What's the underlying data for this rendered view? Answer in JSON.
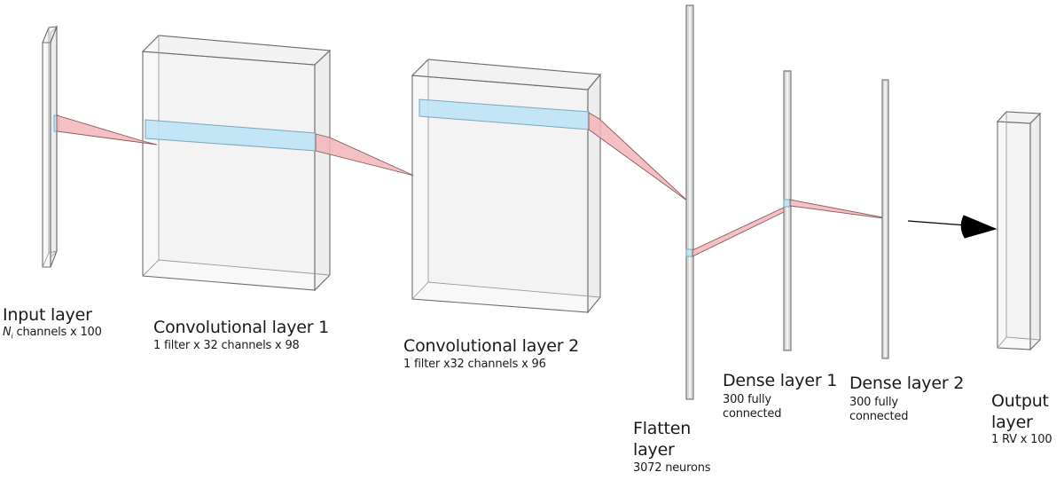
{
  "diagram": {
    "type": "cnn-architecture",
    "colors": {
      "layer_fill": "#f2f2f2",
      "layer_stroke": "#6b6b6b",
      "kernel_fill": "#bfe3f5",
      "kernel_stroke": "#7aa6bf",
      "projection_fill": "#f2b5b9",
      "projection_stroke": "#8a5a5e",
      "arrow": "#000000"
    },
    "layers": [
      {
        "id": "input",
        "title": "Input layer",
        "subtitle_symbol": "N",
        "subtitle_subscript": "i",
        "subtitle": " channels x 100"
      },
      {
        "id": "conv1",
        "title": "Convolutional layer 1",
        "subtitle": "1 filter x 32 channels x 98"
      },
      {
        "id": "conv2",
        "title": "Convolutional layer 2",
        "subtitle": "1 filter x32 channels x 96"
      },
      {
        "id": "flatten",
        "title_line1": "Flatten",
        "title_line2": "layer",
        "subtitle": "3072 neurons"
      },
      {
        "id": "dense1",
        "title": "Dense layer 1",
        "subtitle_line1": "300 fully",
        "subtitle_line2": "connected"
      },
      {
        "id": "dense2",
        "title": "Dense layer 2",
        "subtitle_line1": "300 fully",
        "subtitle_line2": "connected"
      },
      {
        "id": "output",
        "title_line1": "Output",
        "title_line2": "layer",
        "subtitle": "1 RV x 100"
      }
    ]
  }
}
